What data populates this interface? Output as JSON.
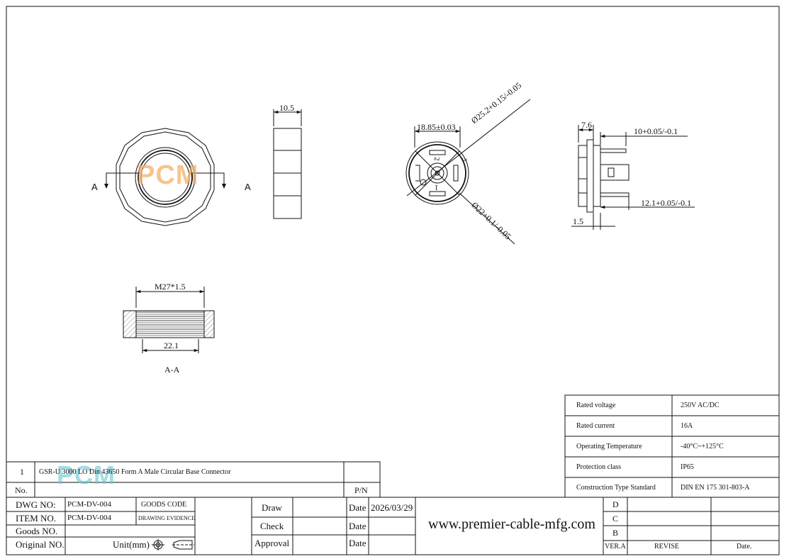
{
  "drawing": {
    "dims": {
      "nut_width": "10.5",
      "face_width": "18.85±0.03",
      "outer_dia": "Ø25.2+0.15/-0.05",
      "inner_dia": "Ø22+0.1/-0.05",
      "flange_thk": "7.6",
      "pin_len_top": "10+0.05/-0.1",
      "pin_len_bottom": "12.1+0.05/-0.1",
      "flange_step": "1.5",
      "thread": "M27*1.5",
      "bore": "22.1"
    },
    "section_marks": {
      "left": "A",
      "right": "A"
    },
    "section_label": "A-A",
    "pin_labels": [
      "1",
      "2",
      "3"
    ],
    "logo_text": "PCM"
  },
  "specs": [
    {
      "label": "Rated voltage",
      "value": "250V AC/DC"
    },
    {
      "label": "Rated current",
      "value": "16A"
    },
    {
      "label": "Operating Temperature",
      "value": "-40°C~+125°C"
    },
    {
      "label": "Protection class",
      "value": "IP65"
    },
    {
      "label": "Construction Type Standard",
      "value": "DIN EN 175 301-803-A"
    }
  ],
  "parts": {
    "row_no": "1",
    "row_desc": "GSR-U 3000 LO Din 43650 Form A Male Circular Base Connector",
    "head_no": "No.",
    "head_pn": "P/N"
  },
  "title_block": {
    "dwg_no_label": "DWG NO:",
    "dwg_no": "PCM-DV-004",
    "goods_code_label": "GOODS CODE",
    "item_no_label": "ITEM NO.",
    "item_no": "PCM-DV-004",
    "drawing_evidence_label": "DRAWING EVIDENCE",
    "goods_no_label": "Goods NO.",
    "original_no_label": "Original NO.",
    "unit_label": "Unit(mm)",
    "draw_label": "Draw",
    "check_label": "Check",
    "approval_label": "Approval",
    "date_label": "Date",
    "draw_date": "2026/03/29",
    "website": "www.premier-cable-mfg.com"
  },
  "revision": {
    "rows": [
      "D",
      "C",
      "B"
    ],
    "ver_label": "VER.A",
    "revise_label": "REVISE",
    "date_label": "Date."
  },
  "colors": {
    "logo_orange": "#f3b16b",
    "logo_teal": "#66c8cf"
  }
}
